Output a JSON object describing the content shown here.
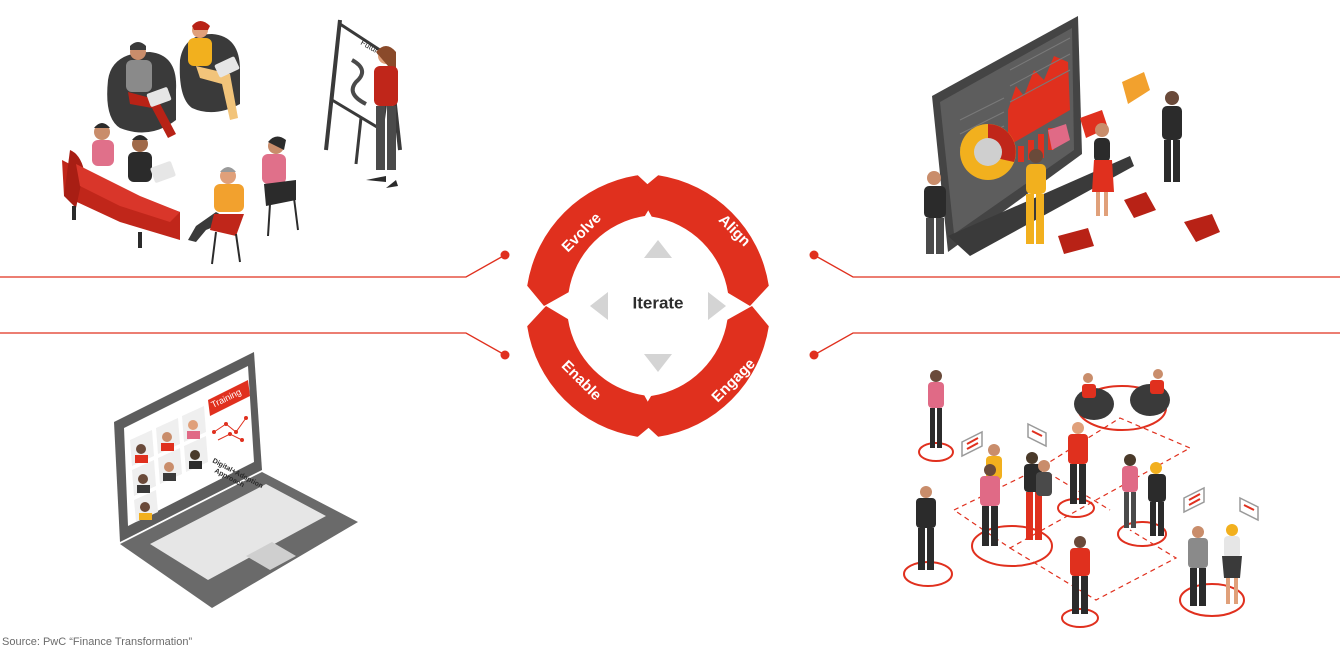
{
  "cycle": {
    "center_label": "Iterate",
    "segments": [
      {
        "label": "Evolve"
      },
      {
        "label": "Align"
      },
      {
        "label": "Engage"
      },
      {
        "label": "Enable"
      }
    ]
  },
  "illustrations": {
    "flipchart_label": "Future",
    "laptop_banner": "Training",
    "laptop_caption_line1": "Digital+Adoption",
    "laptop_caption_line2": "Approach"
  },
  "colors": {
    "accent": "#e0301e",
    "arrow_grey": "#d4d4d4",
    "dark": "#3d3d3d",
    "yellow": "#f2b01e",
    "pink": "#d9466f"
  },
  "footer": {
    "source": "Source: PwC “Finance Transformation”"
  }
}
